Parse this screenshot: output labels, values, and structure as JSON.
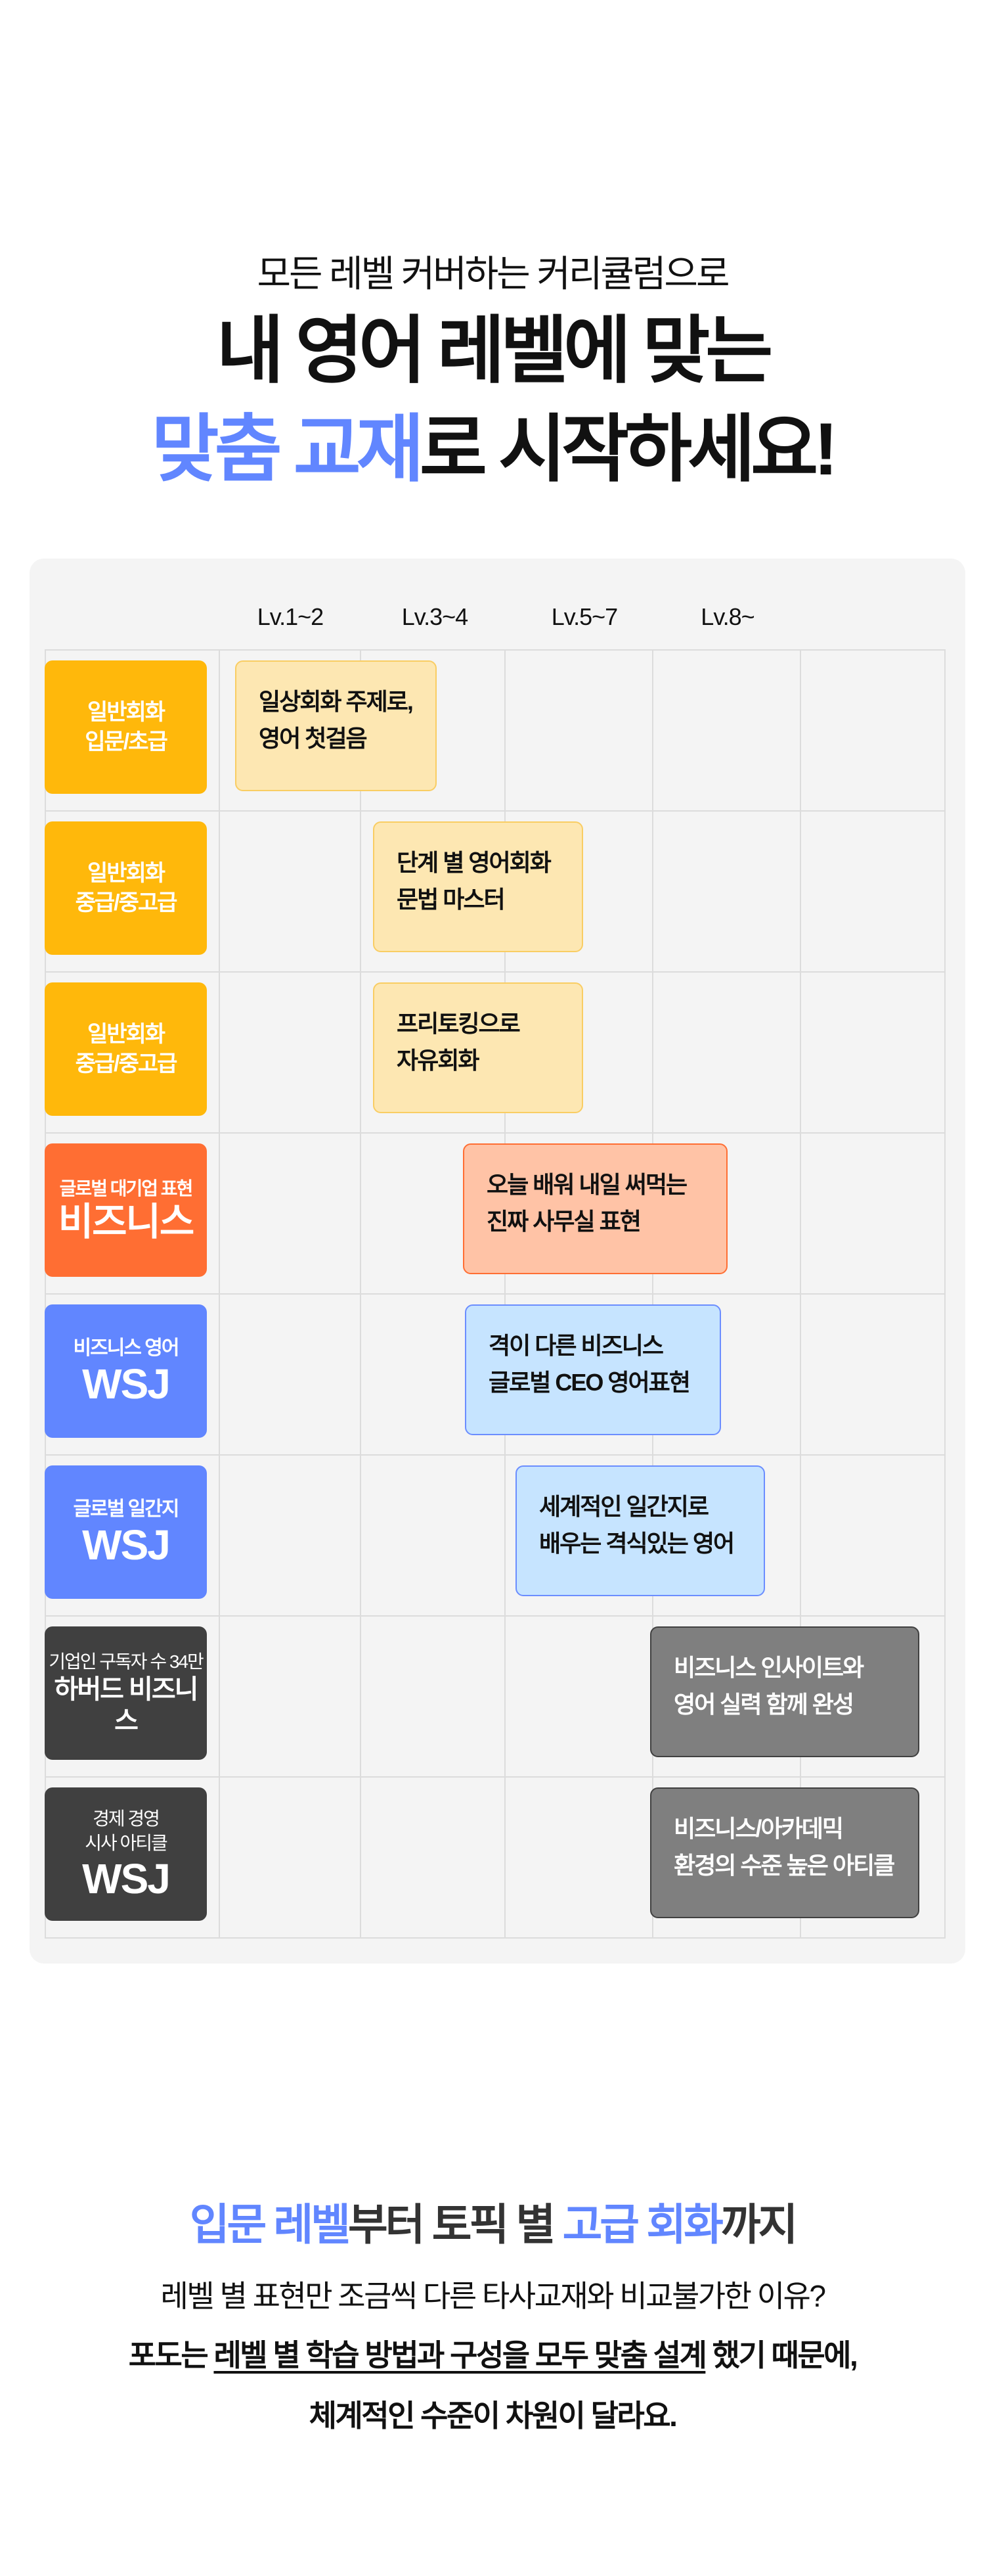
{
  "header": {
    "subtitle": "모든 레벨 커버하는 커리큘럼으로",
    "title_line1": "내 영어 레벨에 맞는",
    "title_line2_highlight": "맞춤 교재",
    "title_line2_rest": "로 시작하세요!"
  },
  "colors": {
    "accent_blue": "#6186FF",
    "yellow": "#FFB80B",
    "orange": "#FF6E33",
    "dark": "#404040",
    "panel": "#F4F4F4"
  },
  "levels": [
    "Lv.1~2",
    "Lv.3~4",
    "Lv.5~7",
    "Lv.8~"
  ],
  "rows": [
    {
      "label": [
        "일반회화",
        "입문/초급"
      ],
      "card": [
        "일상회화 주제로,",
        "영어 첫걸음"
      ]
    },
    {
      "label": [
        "일반회화",
        "중급/중고급"
      ],
      "card": [
        "단계 별 영어회화",
        "문법 마스터"
      ]
    },
    {
      "label": [
        "일반회화",
        "중급/중고급"
      ],
      "card": [
        "프리토킹으로",
        "자유회화"
      ]
    },
    {
      "label": [
        "글로벌 대기업 표현",
        "비즈니스"
      ],
      "card": [
        "오늘 배워 내일 써먹는",
        "진짜 사무실 표현"
      ]
    },
    {
      "label": [
        "비즈니스 영어",
        "WSJ"
      ],
      "card": [
        "격이 다른 비즈니스",
        "글로벌 CEO 영어표현"
      ]
    },
    {
      "label": [
        "글로벌 일간지",
        "WSJ"
      ],
      "card": [
        "세계적인 일간지로",
        "배우는 격식있는 영어"
      ]
    },
    {
      "label": [
        "기업인 구독자 수 34만",
        "하버드 비즈니스"
      ],
      "card": [
        "비즈니스 인사이트와",
        "영어 실력 함께 완성"
      ]
    },
    {
      "label": [
        "경제 경영",
        "시사 아티클",
        "WSJ"
      ],
      "card": [
        "비즈니스/아카데믹",
        "환경의 수준 높은 아티클"
      ]
    }
  ],
  "bottom": {
    "title_parts": [
      "입문 레벨",
      "부터 토픽 별 ",
      "고급 회화",
      "까지"
    ],
    "line1": "레벨 별 표현만 조금씩 다른 타사교재와 비교불가한 이유?",
    "line2_pre": "포도는 ",
    "line2_underlined": "레벨 별 학습 방법과 구성을 모두 맞춤 설계",
    "line2_post": " 했기 때문에,",
    "line3": "체계적인 수준이 차원이 달라요."
  }
}
